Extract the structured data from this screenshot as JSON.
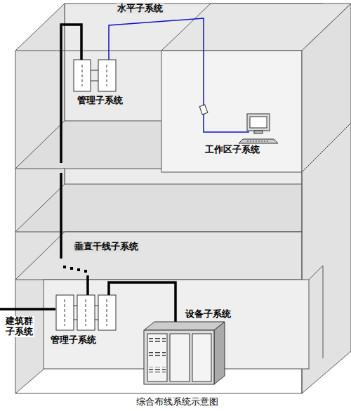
{
  "diagram": {
    "caption": "综合布线系统示意图",
    "labels": [
      "水平子系统",
      "管理子系统",
      "工作区子系统",
      "垂直干线子系统",
      "建筑群子系统",
      "管理子系统",
      "设备子系统"
    ]
  }
}
